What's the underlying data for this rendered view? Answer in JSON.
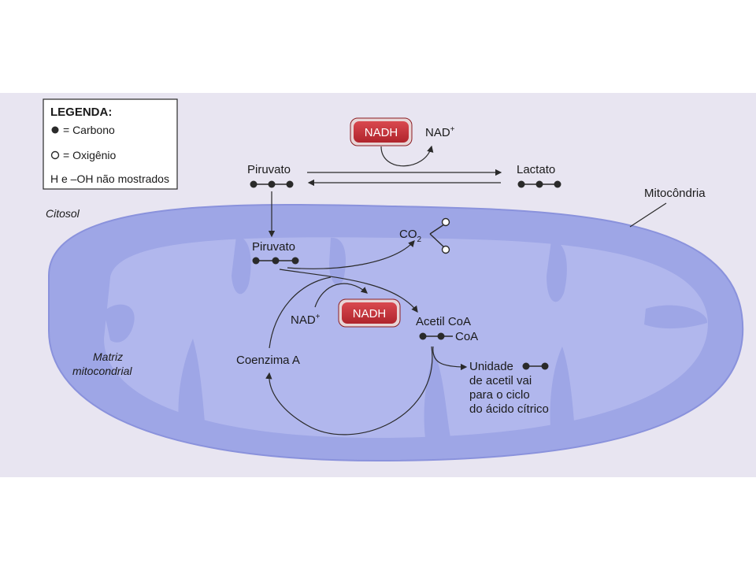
{
  "legend": {
    "title": "LEGENDA:",
    "carbon": "= Carbono",
    "oxygen": "= Oxigênio",
    "note": "H e –OH não mostrados"
  },
  "cytosol": {
    "region_label": "Citosol",
    "pyruvate": "Piruvato",
    "lactate": "Lactato",
    "nadh": "NADH",
    "nad_plus": "NAD",
    "plus": "+"
  },
  "mitochondrion": {
    "label": "Mitocôndria",
    "matrix_line1": "Matriz",
    "matrix_line2": "mitocondrial",
    "pyruvate": "Piruvato",
    "co2": "CO",
    "co2_sub": "2",
    "nad_plus": "NAD",
    "plus": "+",
    "nadh": "NADH",
    "acetyl_coa": "Acetil CoA",
    "coa_suffix": "CoA",
    "coenzyme_a": "Coenzima A",
    "acetyl_unit_line1": "Unidade",
    "acetyl_unit_line2": "de acetil vai",
    "acetyl_unit_line3": "para o ciclo",
    "acetyl_unit_line4": "do ácido cítrico"
  },
  "colors": {
    "mito_fill": "#9ea6e6",
    "mito_inner": "#b0b6ec",
    "mito_crista": "#7f88d6",
    "page_band": "#e6e3f0",
    "nadh_fill": "#c8323a"
  }
}
